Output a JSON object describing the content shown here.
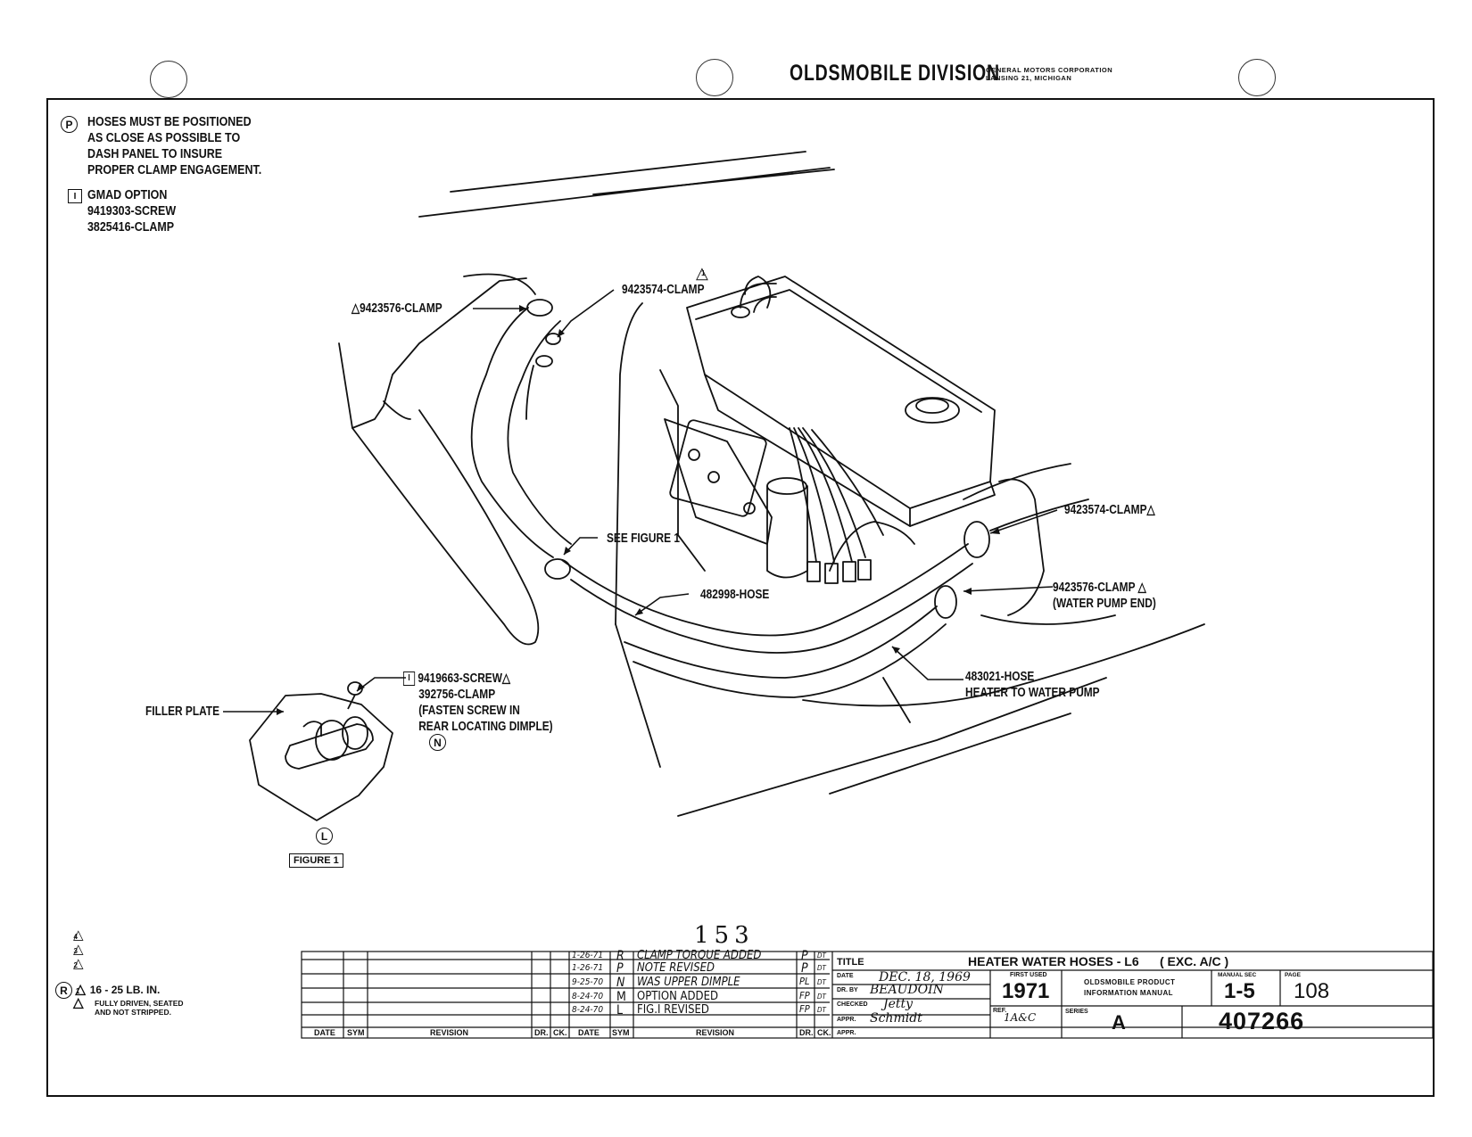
{
  "header": {
    "division": "OLDSMOBILE DIVISION",
    "corp_line1": "GENERAL MOTORS CORPORATION",
    "corp_line2": "LANSING 21, MICHIGAN"
  },
  "notes": {
    "p_symbol": "P",
    "p_lines": [
      "HOSES MUST BE POSITIONED",
      "AS CLOSE AS POSSIBLE TO",
      "DASH PANEL TO INSURE",
      "PROPER CLAMP ENGAGEMENT."
    ],
    "i_symbol": "I",
    "gmad_title": "GMAD OPTION",
    "gmad_screw": "9419303-SCREW",
    "gmad_clamp": "3825416-CLAMP"
  },
  "callouts": {
    "clamp_left": "9423576-CLAMP",
    "clamp_top": "9423574-CLAMP",
    "clamp_right": "9423574-CLAMP",
    "clamp_wp": "9423576-CLAMP",
    "clamp_wp_sub": "(WATER PUMP END)",
    "see_figure": "SEE FIGURE 1",
    "hose_482998": "482998-HOSE",
    "hose_483021": "483021-HOSE",
    "hose_483021_sub": "HEATER TO WATER PUMP",
    "fig_screw": "9419663-SCREW",
    "fig_clamp": "392756-CLAMP",
    "fig_fasten1": "(FASTEN SCREW IN",
    "fig_fasten2": "REAR LOCATING DIMPLE)",
    "fig_n": "N",
    "filler_plate": "FILLER PLATE",
    "fig_l": "L",
    "figure_label": "FIGURE 1",
    "tri_1": "1",
    "tri_0": "0"
  },
  "legend": {
    "tri4": "4",
    "tri3": "3",
    "tri2": "2",
    "tri1": "1",
    "tri0": "0",
    "r_symbol": "R",
    "torque": "16 - 25 LB. IN.",
    "driven1": "FULLY DRIVEN, SEATED",
    "driven2": "AND NOT STRIPPED."
  },
  "page_number": "153",
  "revisions": {
    "col_date": "DATE",
    "col_sym": "SYM",
    "col_revision": "REVISION",
    "col_dr": "DR.",
    "col_ck": "CK.",
    "rows": [
      {
        "date": "1-26-71",
        "sym": "R",
        "text": "CLAMP TORQUE ADDED",
        "dr": "P",
        "ck": "DT"
      },
      {
        "date": "1-26-71",
        "sym": "P",
        "text": "NOTE REVISED",
        "dr": "P",
        "ck": "DT"
      },
      {
        "date": "9-25-70",
        "sym": "N",
        "text": "WAS UPPER DIMPLE",
        "dr": "PL",
        "ck": "DT"
      },
      {
        "date": "8-24-70",
        "sym": "M",
        "text": "OPTION ADDED",
        "dr": "FP",
        "ck": "DT"
      },
      {
        "date": "8-24-70",
        "sym": "L",
        "text": "FIG.I REVISED",
        "dr": "FP",
        "ck": "DT"
      }
    ]
  },
  "title_block": {
    "title_label": "TITLE",
    "title": "HEATER WATER HOSES - L6",
    "title_sub": "( EXC. A/C )",
    "date_label": "DATE",
    "date_value": "DEC. 18, 1969",
    "dr_label": "DR. BY",
    "dr_value": "BEAUDOIN",
    "checked_label": "CHECKED",
    "checked_value": "Jetty",
    "appr_label": "APPR.",
    "appr_value": "Schmidt",
    "appr2_label": "APPR.",
    "first_used_label": "FIRST USED",
    "first_used": "1971",
    "ref_label": "REF.",
    "ref_value": "1A&C",
    "manual_line1": "OLDSMOBILE PRODUCT",
    "manual_line2": "INFORMATION MANUAL",
    "series_label": "SERIES",
    "series": "A",
    "manual_sec_label": "MANUAL SEC",
    "manual_sec": "1-5",
    "page_label": "PAGE",
    "page": "108",
    "drawing_number": "407266"
  }
}
